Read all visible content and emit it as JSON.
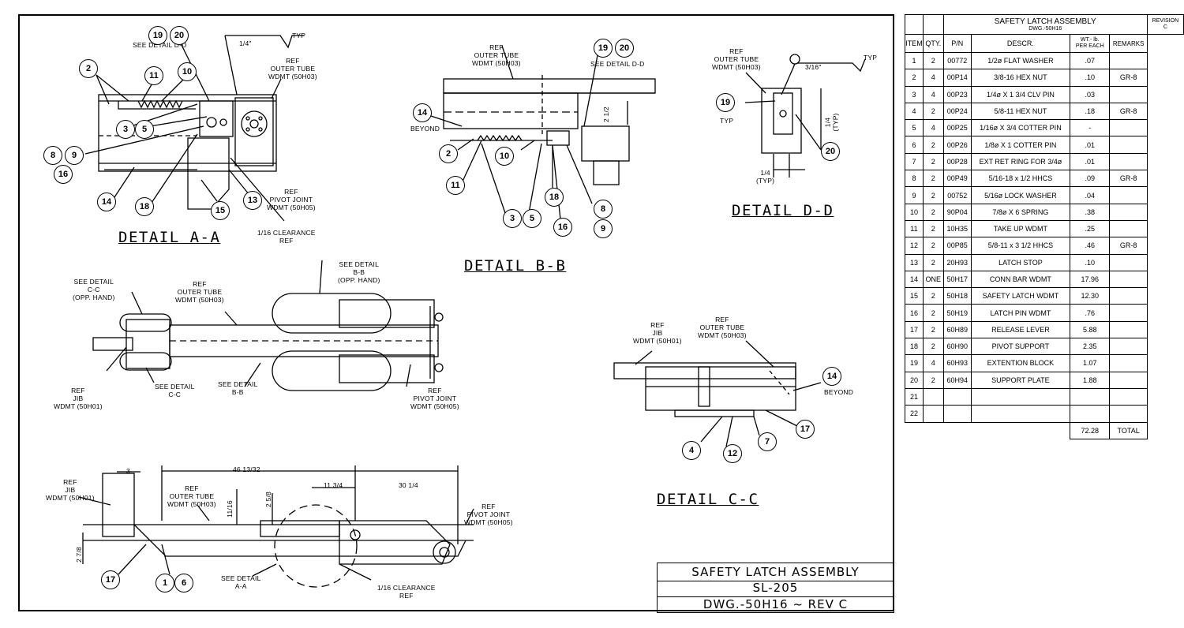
{
  "bom": {
    "title": "SAFETY LATCH ASSEMBLY",
    "subtitle": "DWG.-50H16",
    "revision_label": "REVISION",
    "revision_value": "C",
    "headers": {
      "item": "ITEM",
      "qty": "QTY.",
      "pn": "P/N",
      "descr": "DESCR.",
      "wt": "WT.- lb.\nPER EACH",
      "remarks": "REMARKS"
    },
    "rows": [
      [
        "1",
        "2",
        "00772",
        "1/2ø FLAT WASHER",
        ".07",
        ""
      ],
      [
        "2",
        "4",
        "00P14",
        "3/8-16 HEX NUT",
        ".10",
        "GR-8"
      ],
      [
        "3",
        "4",
        "00P23",
        "1/4ø X 1 3/4 CLV PIN",
        ".03",
        ""
      ],
      [
        "4",
        "2",
        "00P24",
        "5/8-11 HEX NUT",
        ".18",
        "GR-8"
      ],
      [
        "5",
        "4",
        "00P25",
        "1/16ø X 3/4 COTTER PIN",
        "-",
        ""
      ],
      [
        "6",
        "2",
        "00P26",
        "1/8ø X 1 COTTER PIN",
        ".01",
        ""
      ],
      [
        "7",
        "2",
        "00P28",
        "EXT RET RING FOR 3/4ø",
        ".01",
        ""
      ],
      [
        "8",
        "2",
        "00P49",
        "5/16-18 x 1/2 HHCS",
        ".09",
        "GR-8"
      ],
      [
        "9",
        "2",
        "00752",
        "5/16ø LOCK WASHER",
        ".04",
        ""
      ],
      [
        "10",
        "2",
        "90P04",
        "7/8ø X 6 SPRING",
        ".38",
        ""
      ],
      [
        "11",
        "2",
        "10H35",
        "TAKE UP WDMT",
        ".25",
        ""
      ],
      [
        "12",
        "2",
        "00P85",
        "5/8-11 x 3 1/2 HHCS",
        ".46",
        "GR-8"
      ],
      [
        "13",
        "2",
        "20H93",
        "LATCH STOP",
        ".10",
        ""
      ],
      [
        "14",
        "ONE",
        "50H17",
        "CONN BAR WDMT",
        "17.96",
        ""
      ],
      [
        "15",
        "2",
        "50H18",
        "SAFETY LATCH WDMT",
        "12.30",
        ""
      ],
      [
        "16",
        "2",
        "50H19",
        "LATCH PIN WDMT",
        ".76",
        ""
      ],
      [
        "17",
        "2",
        "60H89",
        "RELEASE LEVER",
        "5.88",
        ""
      ],
      [
        "18",
        "2",
        "60H90",
        "PIVOT SUPPORT",
        "2.35",
        ""
      ],
      [
        "19",
        "4",
        "60H93",
        "EXTENTION BLOCK",
        "1.07",
        ""
      ],
      [
        "20",
        "2",
        "60H94",
        "SUPPORT PLATE",
        "1.88",
        ""
      ],
      [
        "21",
        "",
        "",
        "",
        "",
        ""
      ],
      [
        "22",
        "",
        "",
        "",
        "",
        ""
      ]
    ],
    "total_value": "72.28",
    "total_label": "TOTAL"
  },
  "title_block": {
    "title": "SAFETY LATCH ASSEMBLY",
    "number": "SL-205",
    "dwg": "DWG.-50H16 ~ REV C"
  },
  "details": {
    "a": "DETAIL A-A",
    "b": "DETAIL B-B",
    "c": "DETAIL C-C",
    "d": "DETAIL D-D"
  },
  "labels": {
    "see_detail_dd": "SEE DETAIL D-D",
    "quarter_inch": "1/4\"",
    "typ": "TYP",
    "ref_outer_tube": "REF\nOUTER TUBE\nWDMT (50H03)",
    "ref_pivot_joint": "REF\nPIVOT JOINT\nWDMT (50H05)",
    "clearance_ref": "1/16 CLEARANCE\nREF",
    "beyond": "BEYOND",
    "two_half": "2 1/2",
    "three_sixteenths": "3/16\"",
    "quarter_typ": "1/4\n(TYP)",
    "see_detail_bb_opp": "SEE DETAIL\nB-B\n(OPP. HAND)",
    "see_detail_cc_opp": "SEE DETAIL\nC-C\n(OPP. HAND)",
    "see_detail_cc": "SEE DETAIL\nC-C",
    "see_detail_bb": "SEE DETAIL\nB-B",
    "see_detail_aa": "SEE DETAIL\nA-A",
    "ref_jib": "REF\nJIB\nWDMT (50H01)",
    "dim_3": "3",
    "dim_46": "46 13/32",
    "dim_11_16": "11/16",
    "dim_2_5_8": "2 5/8",
    "dim_11_3_4": "11 3/4",
    "dim_30_1_4": "30 1/4",
    "dim_2_7_8": "2 7/8"
  },
  "balloons": {
    "a": [
      "19",
      "20",
      "2",
      "11",
      "10",
      "3",
      "5",
      "8",
      "9",
      "16",
      "14",
      "18",
      "15",
      "13"
    ],
    "b": [
      "19",
      "20",
      "14",
      "2",
      "10",
      "11",
      "3",
      "5",
      "18",
      "16",
      "8",
      "9"
    ],
    "d": [
      "19",
      "20"
    ],
    "c": [
      "14",
      "4",
      "12",
      "7",
      "17"
    ],
    "plan": [
      "17",
      "1",
      "6"
    ]
  }
}
